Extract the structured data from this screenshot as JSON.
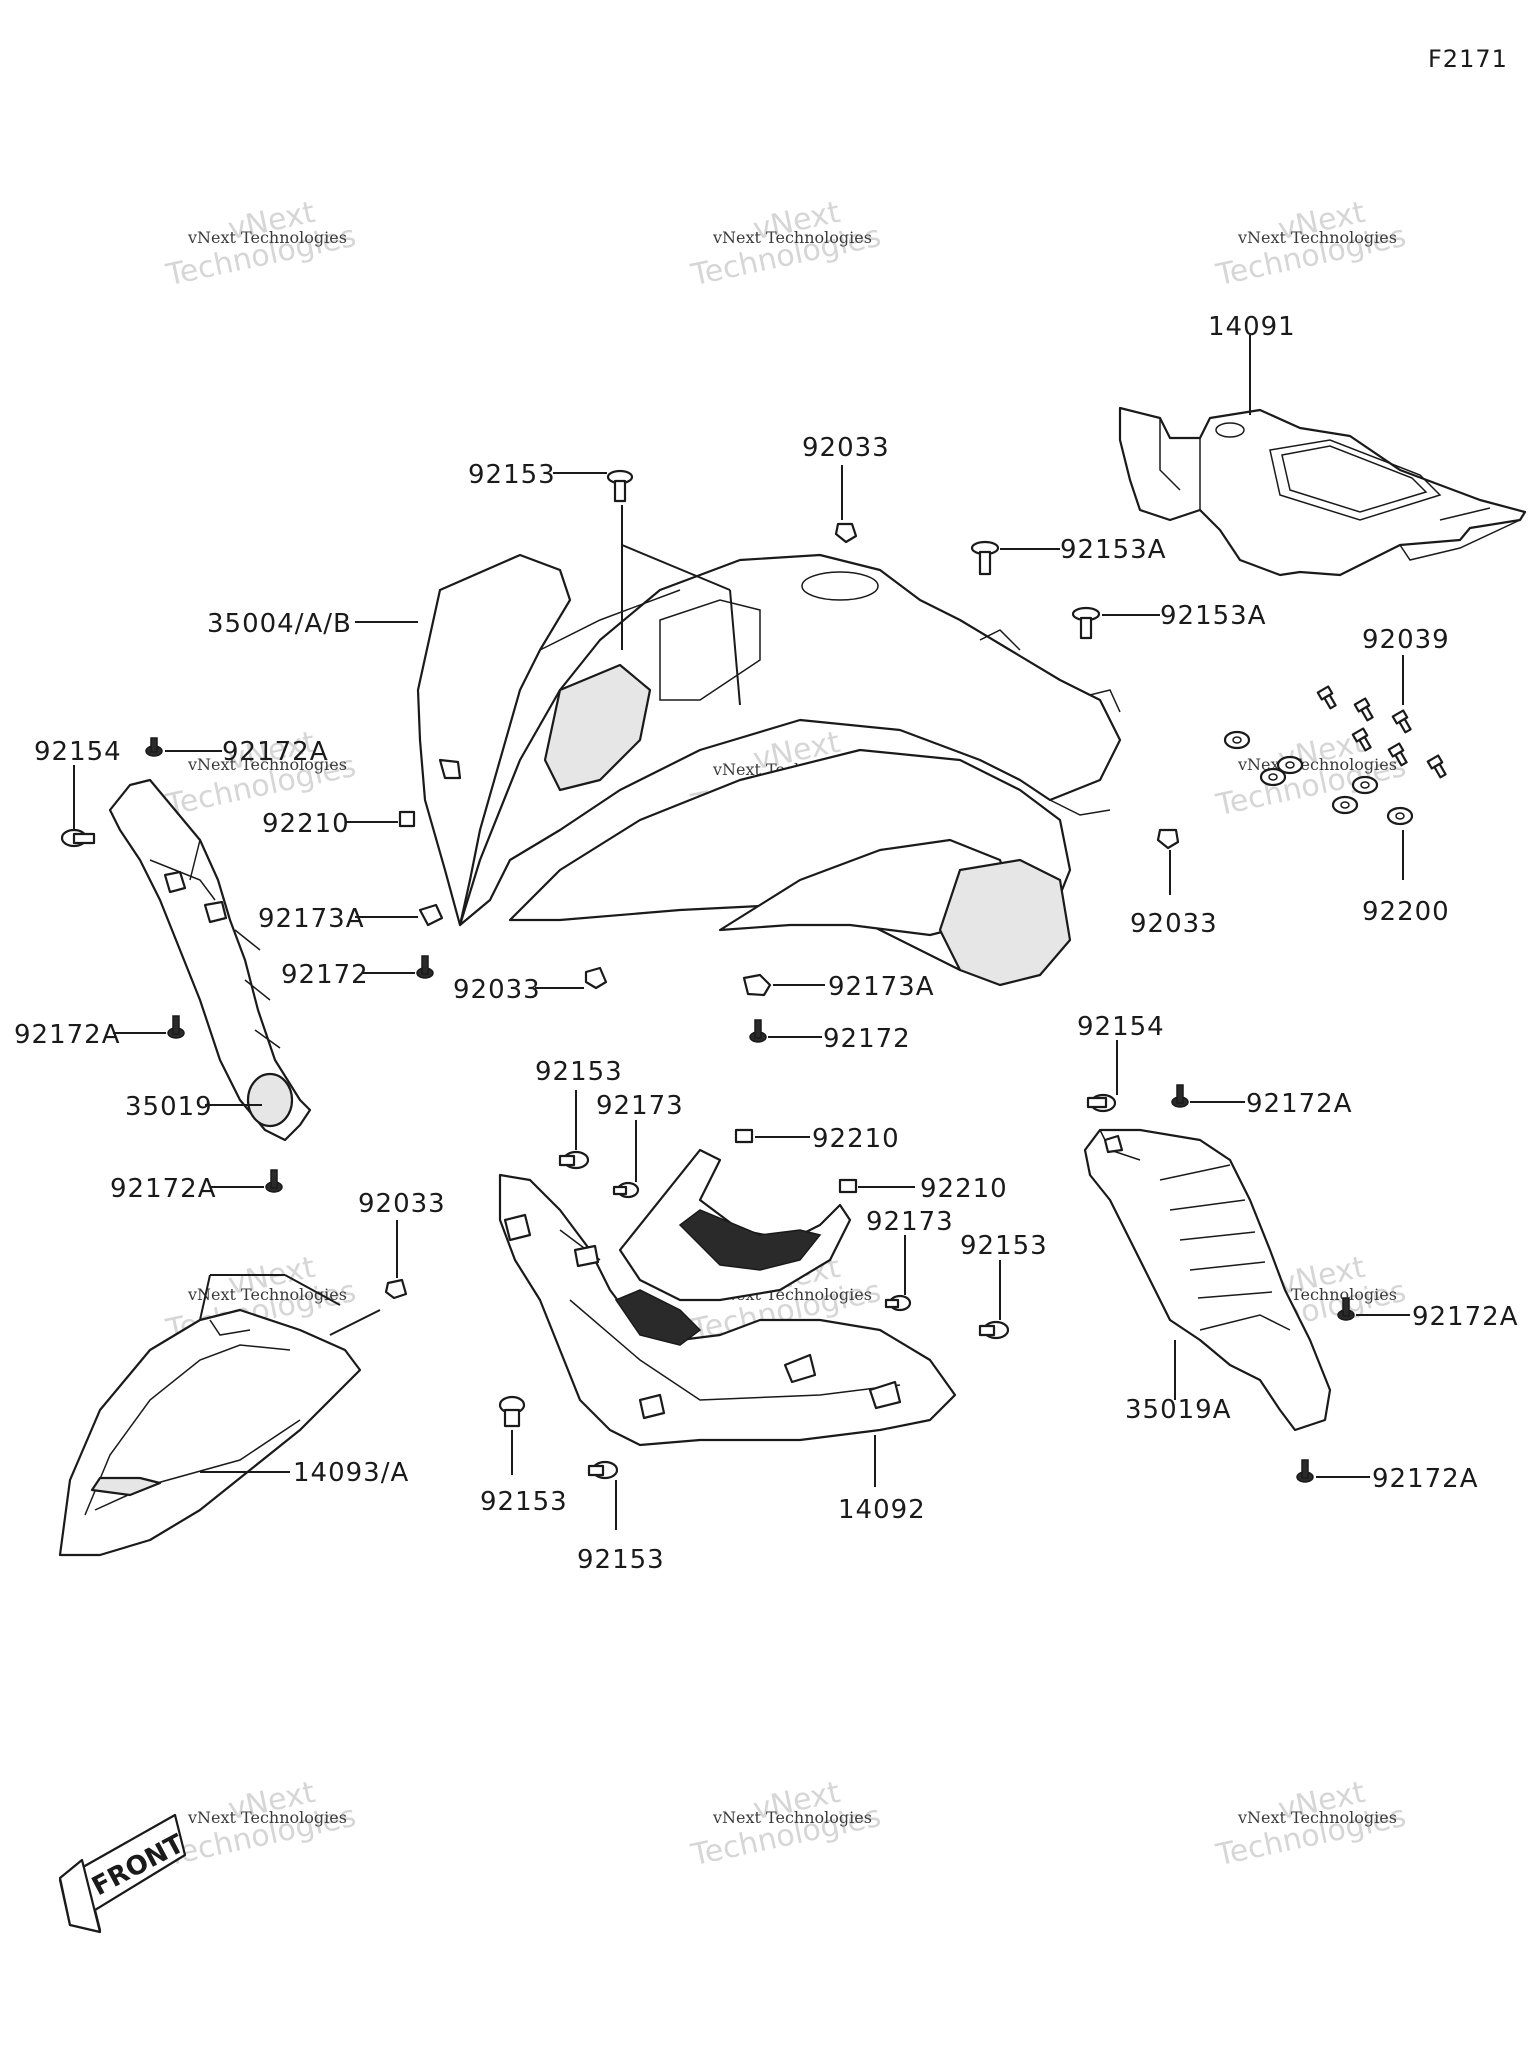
{
  "figure_code": "F2171",
  "watermark": {
    "line1": "vNext Technologies",
    "line2": "vNext Technologies",
    "line3": "vNext",
    "line4": "Technologies"
  },
  "direction_label": "FRONT",
  "labels": {
    "p14091": "14091",
    "p92033_top": "92033",
    "p92153_top": "92153",
    "p92153A_1": "92153A",
    "p92153A_2": "92153A",
    "p35004": "35004/A/B",
    "p92039": "92039",
    "p92154_left": "92154",
    "p92172A_left1": "92172A",
    "p92210_left": "92210",
    "p92173A_left": "92173A",
    "p92172_left": "92172",
    "p92033_mid": "92033",
    "p92172A_left2": "92172A",
    "p35019": "35019",
    "p92172A_left3": "92172A",
    "p92033_right": "92033",
    "p92200": "92200",
    "p92173A_mid": "92173A",
    "p92172_mid": "92172",
    "p92154_right": "92154",
    "p92172A_right1": "92172A",
    "p92153_c1": "92153",
    "p92173_c1": "92173",
    "p92210_c1": "92210",
    "p92210_c2": "92210",
    "p92173_c2": "92173",
    "p92153_c2": "92153",
    "p92033_low": "92033",
    "p14093": "14093/A",
    "p92153_c3": "92153",
    "p92153_c4": "92153",
    "p14092": "14092",
    "p35019A": "35019A",
    "p92172A_right2": "92172A",
    "p92172A_right3": "92172A"
  }
}
